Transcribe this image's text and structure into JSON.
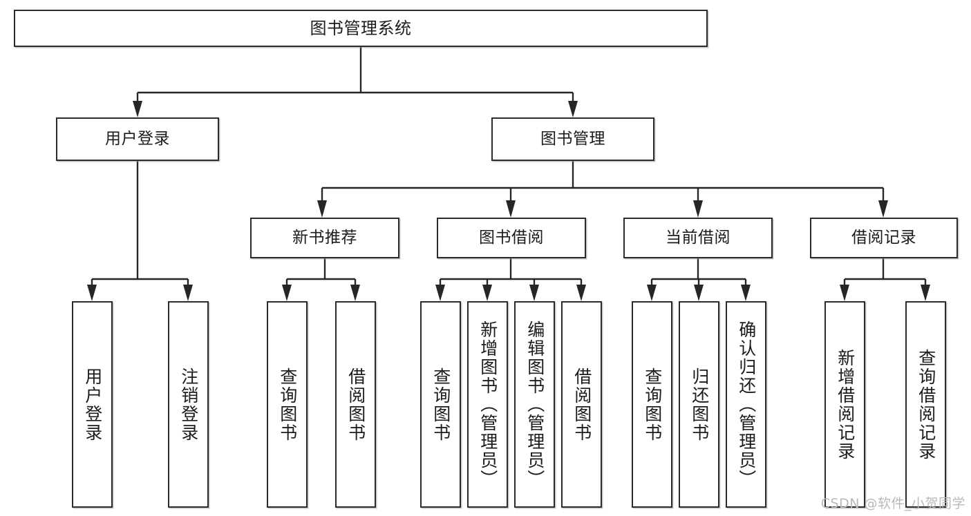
{
  "diagram": {
    "title": "图书管理系统",
    "type": "functional-structure-tree",
    "root": {
      "label": "图书管理系统"
    },
    "level2": [
      {
        "label": "用户登录"
      },
      {
        "label": "图书管理"
      }
    ],
    "level3": [
      {
        "label": "新书推荐"
      },
      {
        "label": "图书借阅"
      },
      {
        "label": "当前借阅"
      },
      {
        "label": "借阅记录"
      }
    ],
    "leaves": {
      "user_login": [
        {
          "label": "用户登录"
        },
        {
          "label": "注销登录"
        }
      ],
      "new_book_recommend": [
        {
          "label": "查询图书"
        },
        {
          "label": "借阅图书"
        }
      ],
      "book_borrow": [
        {
          "label": "查询图书"
        },
        {
          "label": "新增图书（管理员）"
        },
        {
          "label": "编辑图书（管理员）"
        },
        {
          "label": "借阅图书"
        }
      ],
      "current_borrow": [
        {
          "label": "查询图书"
        },
        {
          "label": "归还图书"
        },
        {
          "label": "确认归还（管理员）"
        }
      ],
      "borrow_record": [
        {
          "label": "新增借阅记录"
        },
        {
          "label": "查询借阅记录"
        }
      ]
    }
  },
  "watermark": {
    "text": "CSDN @软件_小贺同学"
  },
  "colors": {
    "box_border": "#2b2b2b",
    "box_fill": "#ffffff",
    "connector": "#262626",
    "text": "#1b1b1b",
    "watermark": "#b9b9b9",
    "page_background": "#ffffff"
  }
}
